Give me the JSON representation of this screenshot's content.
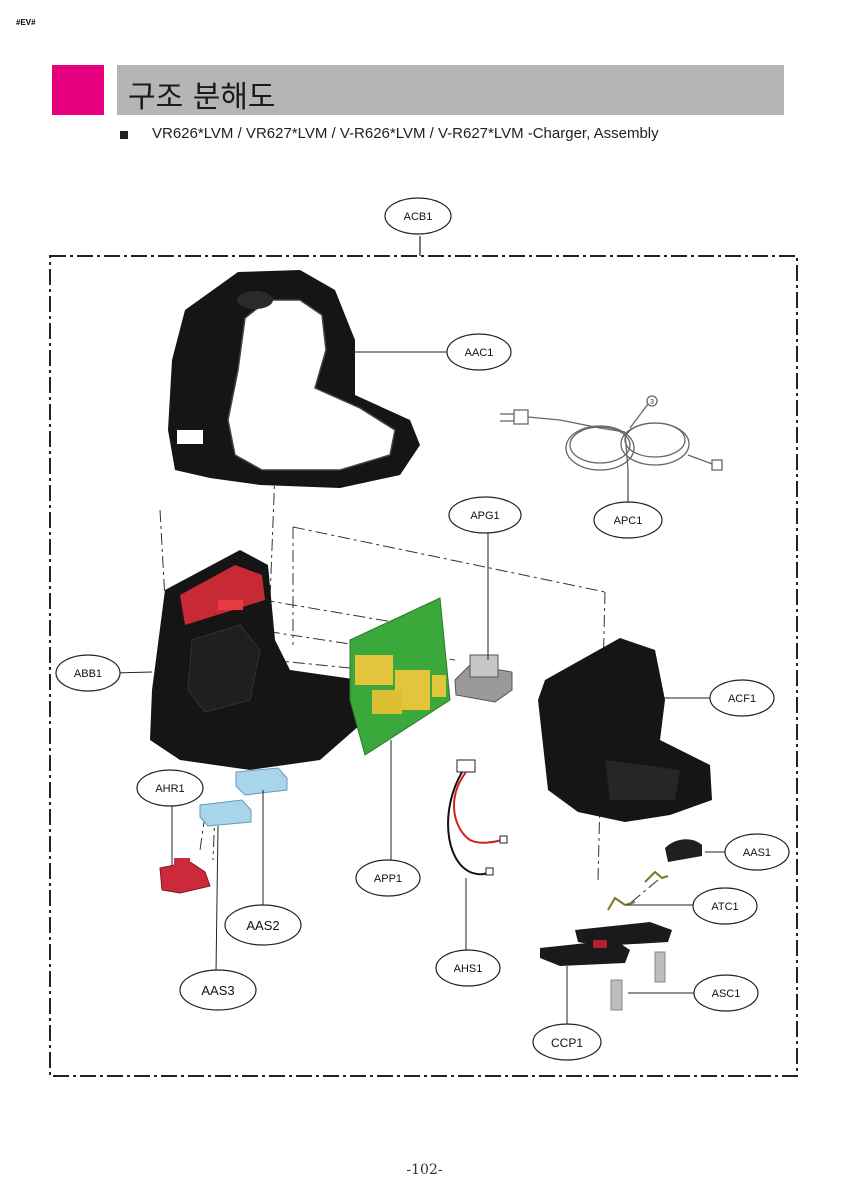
{
  "doc": {
    "tag": "#EV#",
    "title": "구조 분해도",
    "subtitle": "VR626*LVM / VR627*LVM / V-R626*LVM / V-R627*LVM -Charger, Assembly",
    "page_number": "-102-"
  },
  "labels": {
    "acb1": "ACB1",
    "aac1": "AAC1",
    "apg1": "APG1",
    "apc1": "APC1",
    "abb1": "ABB1",
    "acf1": "ACF1",
    "ahr1": "AHR1",
    "app1": "APP1",
    "aas1": "AAS1",
    "atc1": "ATC1",
    "aas2": "AAS2",
    "ahs1": "AHS1",
    "asc1": "ASC1",
    "aas3": "AAS3",
    "ccp1": "CCP1",
    "callout_3": "3"
  },
  "colors": {
    "accent": "#e6007e",
    "header_bar": "#b5b5b5",
    "body_part": "#151515",
    "pcb": "#3aa83a",
    "component": "#e3c43a",
    "rubber": "#cc2a3a",
    "pad": "#a8d4ec"
  }
}
